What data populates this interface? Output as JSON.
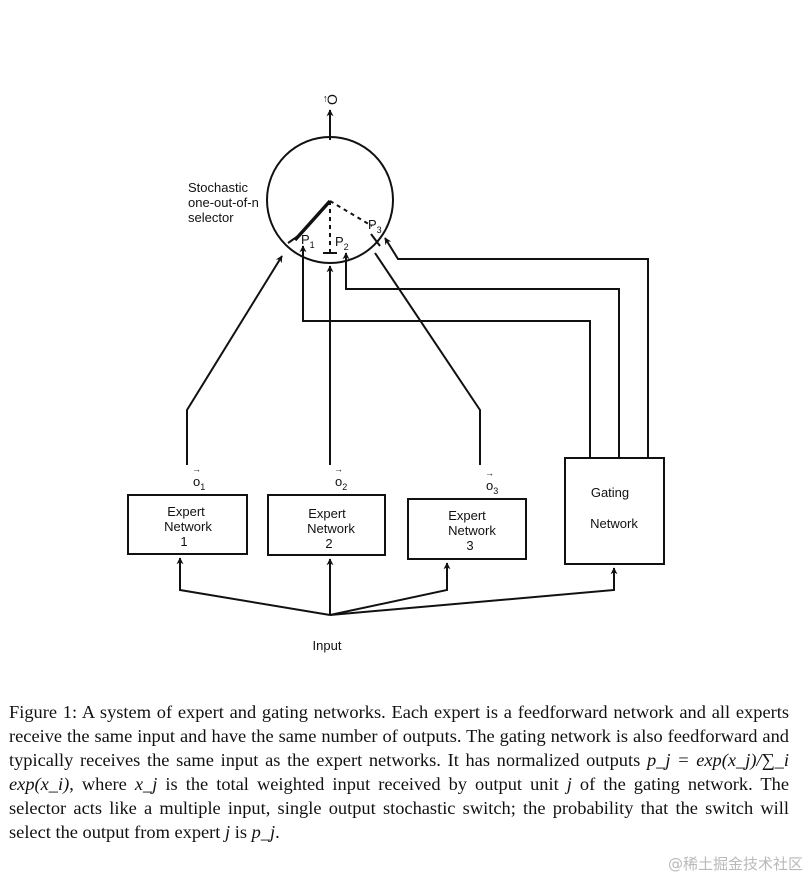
{
  "diagram": {
    "output_label": "O",
    "selector_label": [
      "Stochastic",
      "one-out-of-n",
      "selector"
    ],
    "prob_labels": [
      "P",
      "P",
      "P"
    ],
    "prob_subscripts": [
      "1",
      "2",
      "3"
    ],
    "expert_outputs": [
      "o",
      "o",
      "o"
    ],
    "expert_output_subscripts": [
      "1",
      "2",
      "3"
    ],
    "experts": [
      [
        "Expert",
        "Network",
        "1"
      ],
      [
        "Expert",
        "Network",
        "2"
      ],
      [
        "Expert",
        "Network",
        "3"
      ]
    ],
    "gating": [
      "Gating",
      "Network"
    ],
    "input_label": "Input"
  },
  "caption": {
    "part1": "Figure 1: A system of expert and gating networks. Each expert is a feedforward network and all experts receive the same input and have the same number of outputs. The gating network is also feedforward and typically receives the same input as the expert networks. It has normalized outputs ",
    "formula": "p_j = exp(x_j)/∑_i exp(x_i)",
    "part2": ", where ",
    "xj": "x_j",
    "part3": " is the total weighted input received by output unit ",
    "j1": "j",
    "part4": " of the gating network. The selector acts like a multiple input, single output stochastic switch; the probability that the switch will select the output from expert ",
    "j2": "j",
    "part5": " is ",
    "pj": "p_j",
    "part6": "."
  },
  "watermark": "@稀土掘金技术社区"
}
